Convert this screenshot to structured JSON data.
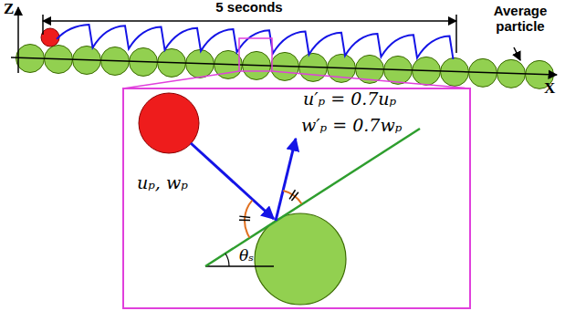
{
  "diagram": {
    "labels": [
      "Z",
      "5 seconds",
      "Average particle",
      "X",
      "u′ₚ = 0.7uₚ",
      "w′ₚ = 0.7wₚ",
      "uₚ, wₚ",
      "θₛ"
    ]
  }
}
